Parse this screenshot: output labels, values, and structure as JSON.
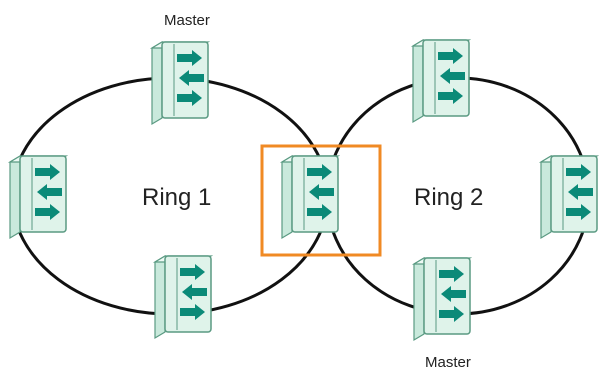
{
  "diagram": {
    "rings": [
      {
        "label": "Ring 1"
      },
      {
        "label": "Ring 2"
      }
    ],
    "master_labels": [
      "Master",
      "Master"
    ],
    "switch_icon": "network-switch-icon",
    "coupling_switch_icon": "coupling-switch-icon",
    "colors": {
      "ring_line": "#111111",
      "switch_body": "#dff3ea",
      "switch_outline": "#5a9a82",
      "arrow": "#0b8a78",
      "highlight_box": "#f08a24",
      "text": "#222222"
    }
  }
}
